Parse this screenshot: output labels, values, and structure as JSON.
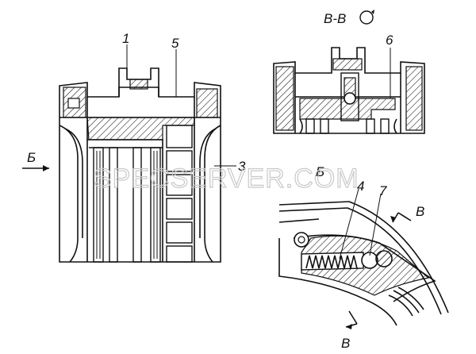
{
  "labels": {
    "part1": "1",
    "part5": "5",
    "part3": "3",
    "part6": "6",
    "part4": "4",
    "part7": "7",
    "view_b_arrow": "Б",
    "view_b_title": "Б",
    "section_title": "В-В",
    "section_b_top": "В",
    "section_b_bottom": "В"
  },
  "watermark": "SPECSERVER.COM",
  "colors": {
    "line": "#111111",
    "hatch": "#111111",
    "watermark": "#c9c9c9"
  }
}
